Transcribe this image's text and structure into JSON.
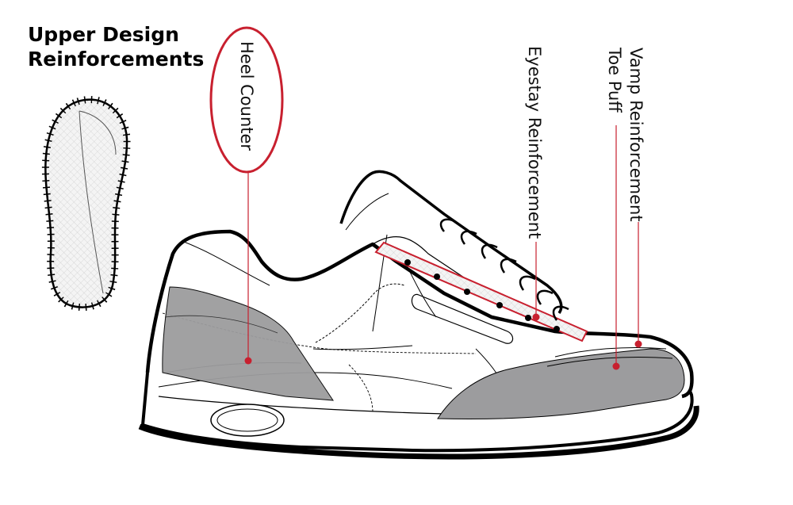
{
  "title": {
    "line1": "Upper Design",
    "line2": "Reinforcements"
  },
  "callouts": {
    "heel_counter": "Heel Counter",
    "eyestay": "Eyestay Reinforcement",
    "vamp": "Vamp Reinforcement",
    "toe_puff": "Toe Puff"
  },
  "colors": {
    "accent": "#c8202f",
    "reinforcement_fill": "#9c9c9e",
    "outline": "#000000"
  }
}
